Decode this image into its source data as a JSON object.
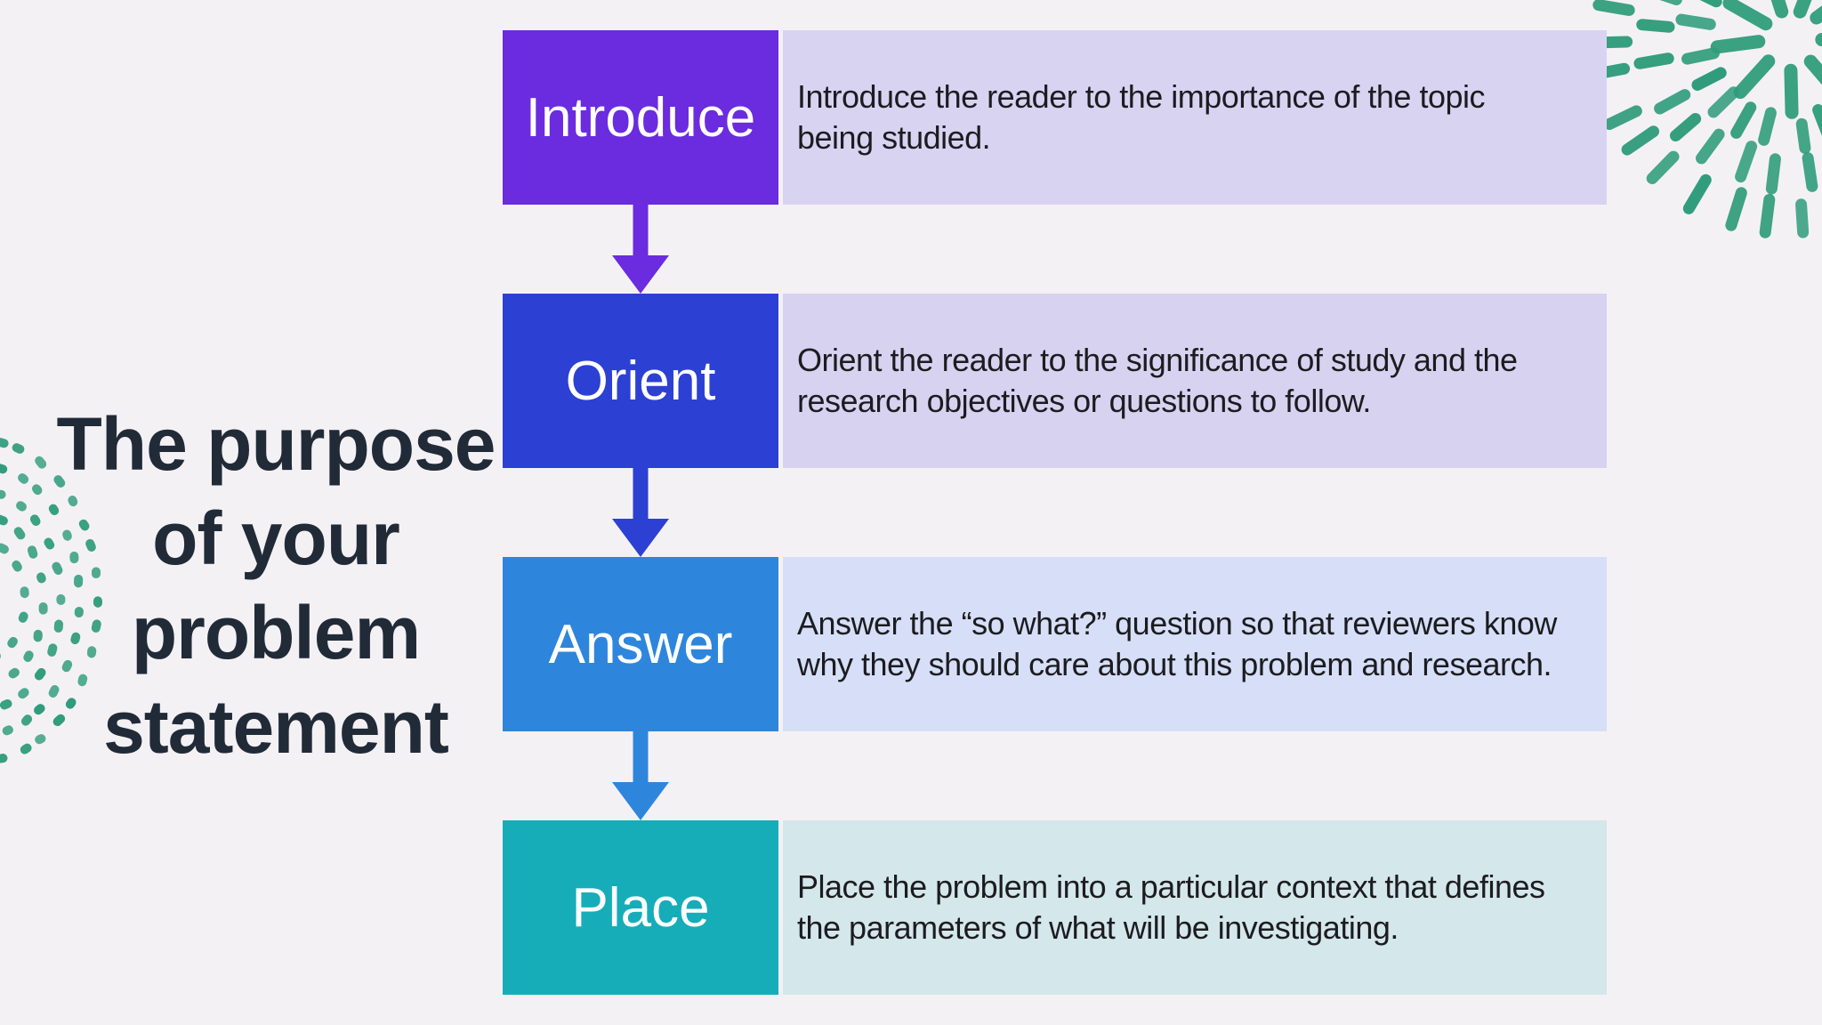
{
  "title": {
    "text": "The purpose\nof your\nproblem\nstatement"
  },
  "steps": [
    {
      "label": "Introduce",
      "description": "Introduce the reader to the importance of the topic\nbeing studied.",
      "key_color": "#6B2BDF",
      "desc_bg": "#D9D3F2"
    },
    {
      "label": "Orient",
      "description": "Orient the reader to the significance of study and the\nresearch objectives or questions to follow.",
      "key_color": "#2C40D4",
      "desc_bg": "#D7D2F0"
    },
    {
      "label": "Answer",
      "description": "Answer the “so what?” question so that reviewers know\nwhy they should care about this problem and research.",
      "key_color": "#2E86DC",
      "desc_bg": "#D6DFF7"
    },
    {
      "label": "Place",
      "description": "Place the problem into a particular context that defines\nthe parameters of what will be investigating.",
      "key_color": "#16ADB9",
      "desc_bg": "#D4E7EA"
    }
  ],
  "arrows": [
    {
      "color": "#6B2BDF"
    },
    {
      "color": "#2C40D4"
    },
    {
      "color": "#2E86DC"
    }
  ],
  "colors": {
    "background": "#F4F1F4",
    "title_text": "#212B38",
    "description_text": "#1C1C20",
    "decoration_green": "#2F9C7A"
  },
  "decorations": {
    "top_right": "firework-dashes",
    "bottom_left": "dotted-arcs"
  }
}
